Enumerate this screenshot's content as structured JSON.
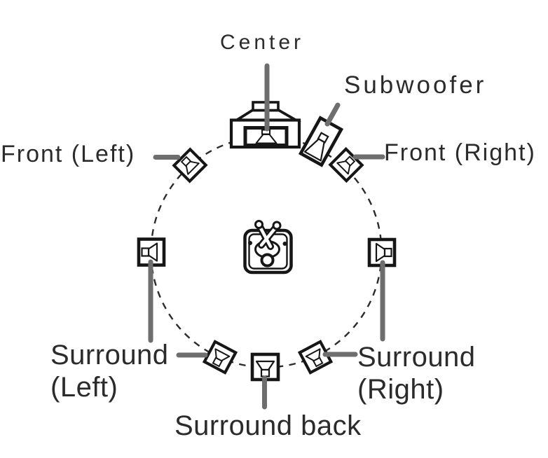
{
  "diagram": {
    "description": "Surround speaker placement diagram",
    "background": "#ffffff",
    "outline_color": "#161616",
    "leader_color": "#6e6e6e",
    "text_color": "#2b2b2b",
    "circle_style": "dashed"
  },
  "labels": {
    "center": "Center",
    "subwoofer": "Subwoofer",
    "front_left": "Front (Left)",
    "front_right": "Front (Right)",
    "surround_left_line1": "Surround",
    "surround_left_line2": "(Left)",
    "surround_right_line1": "Surround",
    "surround_right_line2": "(Right)",
    "surround_back": "Surround back"
  },
  "icons": {
    "listener": "person-in-chair-top-view",
    "speaker": "loudspeaker-box",
    "center_speaker": "center-channel-speaker",
    "subwoofer": "tilted-subwoofer-box"
  },
  "speakers": [
    {
      "id": "center",
      "label": "Center"
    },
    {
      "id": "subwoofer",
      "label": "Subwoofer"
    },
    {
      "id": "front-left",
      "label": "Front (Left)"
    },
    {
      "id": "front-right",
      "label": "Front (Right)"
    },
    {
      "id": "surround-left",
      "label": "Surround (Left)"
    },
    {
      "id": "surround-right",
      "label": "Surround (Right)"
    },
    {
      "id": "surround-back",
      "label": "Surround back"
    }
  ]
}
